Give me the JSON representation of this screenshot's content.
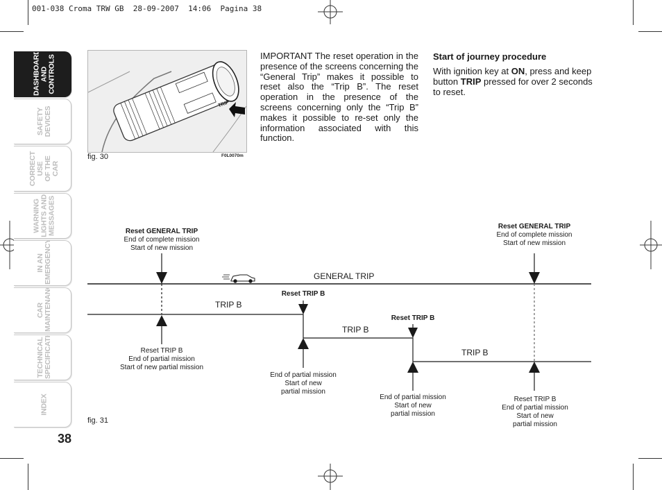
{
  "header": {
    "text": "001-038 Croma TRW GB  28-09-2007  14:06  Pagina 38"
  },
  "sidebar": {
    "tabs": [
      {
        "label": "DASHBOARD\nAND CONTROLS",
        "active": true
      },
      {
        "label": "SAFETY\nDEVICES",
        "active": false
      },
      {
        "label": "CORRECT USE\nOF THE CAR",
        "active": false
      },
      {
        "label": "WARNING\nLIGHTS AND\nMESSAGES",
        "active": false
      },
      {
        "label": "IN AN\nEMERGENCY",
        "active": false
      },
      {
        "label": "CAR\nMAINTENANCE",
        "active": false
      },
      {
        "label": "TECHNICAL\nSPECIFICATIONS",
        "active": false
      },
      {
        "label": "INDEX",
        "active": false
      }
    ]
  },
  "page_number": "38",
  "figure30": {
    "caption": "fig. 30",
    "code": "F0L0070m",
    "button_text": "TRIP"
  },
  "important": {
    "text": "IMPORTANT The reset operation in the presence of the screens concerning the “General Trip” makes it possible to reset also the “Trip B”. The reset operation in the presence of the screens concerning only the “Trip B” makes it possible to re-set only the information associated with this function."
  },
  "journey": {
    "heading": "Start of journey procedure",
    "text_before": "With ignition key at ",
    "key_on": "ON",
    "text_middle": ", press and keep button ",
    "key_trip": "TRIP",
    "text_after": " pressed for over 2 seconds to reset."
  },
  "figure31": {
    "caption": "fig. 31",
    "general_trip_label": "GENERAL TRIP",
    "trip_b_labels": [
      "TRIP B",
      "TRIP B",
      "TRIP B"
    ],
    "reset_general_left": {
      "bold": "Reset GENERAL TRIP",
      "lines": "End of complete mission\nStart of new mission"
    },
    "reset_general_right": {
      "bold": "Reset GENERAL TRIP",
      "lines": "End of complete mission\nStart of new mission"
    },
    "reset_trip_b_1": "Reset TRIP B",
    "reset_trip_b_2": "Reset TRIP B",
    "bottom_1": "Reset TRIP B\nEnd of partial mission\nStart of new partial mission",
    "bottom_2": "End of partial mission\nStart of new\npartial mission",
    "bottom_3": "End of partial mission\nStart of new\npartial mission",
    "bottom_4": "Reset TRIP B\nEnd of partial mission\nStart of new\npartial mission"
  },
  "colors": {
    "ink": "#1a1a1a",
    "tab_active": "#1d1d1d",
    "tab_inactive_text": "#bdbdbd"
  }
}
